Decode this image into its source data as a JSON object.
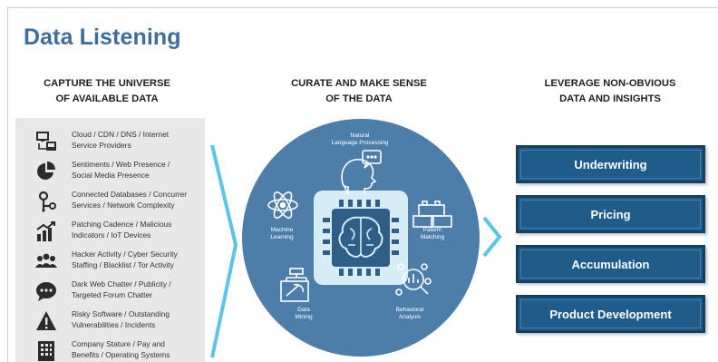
{
  "title": "Data Listening",
  "columns": [
    {
      "line1": "CAPTURE THE UNIVERSE",
      "line2": "OF AVAILABLE DATA"
    },
    {
      "line1": "CURATE AND MAKE SENSE",
      "line2": "OF THE DATA"
    },
    {
      "line1": "LEVERAGE NON-OBVIOUS",
      "line2": "DATA AND INSIGHTS"
    }
  ],
  "data_sources": [
    {
      "icon": "network-computer-icon",
      "line1": "Cloud / CDN / DNS / Internet",
      "line2": "Service Providers"
    },
    {
      "icon": "pie-chart-icon",
      "line1": "Sentiments / Web Presence /",
      "line2": "Social Media Presence"
    },
    {
      "icon": "connected-nodes-icon",
      "line1": "Connected Databases / Concurrer",
      "line2": "Services / Network Complexity"
    },
    {
      "icon": "bar-growth-icon",
      "line1": "Patching Cadence / Malicious",
      "line2": "Indicators / IoT Devices"
    },
    {
      "icon": "people-group-icon",
      "line1": "Hacker Activity / Cyber Security",
      "line2": "Staffing / Blacklist / Tor Activity"
    },
    {
      "icon": "chat-bubble-icon",
      "line1": "Dark Web Chatter / Publicity /",
      "line2": "Targeted Forum Chatter"
    },
    {
      "icon": "warning-icon",
      "line1": "Risky Software / Outstanding",
      "line2": "Vulnerabilities / Incidents"
    },
    {
      "icon": "building-icon",
      "line1": "Company Stature / Pay and",
      "line2": "Benefits / Operating Systems"
    }
  ],
  "curation": {
    "nlp": {
      "line1": "Natural",
      "line2": "Language Processing"
    },
    "ml": {
      "line1": "Machine",
      "line2": "Learning"
    },
    "pattern": {
      "line1": "Pattern",
      "line2": "Matching"
    },
    "mining": {
      "line1": "Data",
      "line2": "Mining"
    },
    "behavioral": {
      "line1": "Behavioral",
      "line2": "Analysis"
    }
  },
  "insights": [
    "Underwriting",
    "Pricing",
    "Accumulation",
    "Product Development"
  ],
  "colors": {
    "title": "#3d6d9e",
    "circle": "#4c7ea9",
    "chip": "#d8ecf5",
    "button": "#1f5c8a",
    "chevron": "#5fc3e3",
    "list_bg": "#e8e8e8"
  }
}
